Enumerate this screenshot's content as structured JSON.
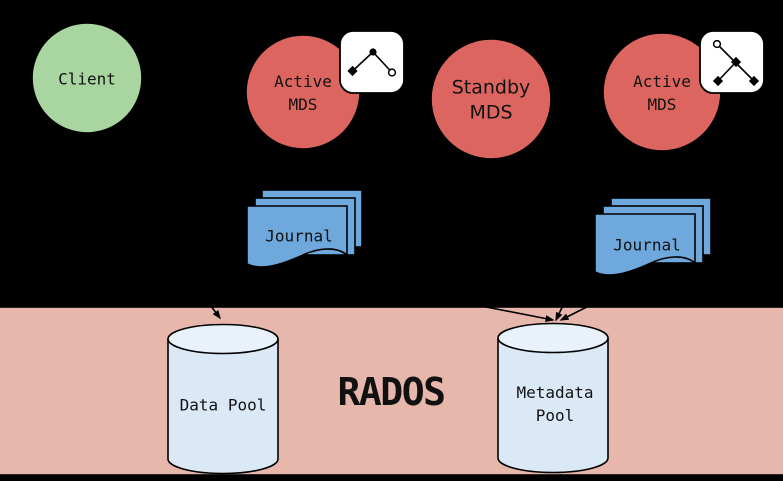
{
  "colors": {
    "background": "#000000",
    "client_fill": "#a8d5a0",
    "mds_fill": "#dc665f",
    "journal_fill": "#6fa8dc",
    "rados_fill": "#e8b7ac",
    "pool_fill": "#dbe9f6",
    "pool_top_fill": "#e9f1fa",
    "badge_fill": "#ffffff",
    "stroke": "#000000"
  },
  "nodes": {
    "client": {
      "label": "Client"
    },
    "active_mds_1": {
      "label": "Active\nMDS"
    },
    "standby_mds": {
      "label": "Standby\nMDS"
    },
    "active_mds_2": {
      "label": "Active\nMDS"
    },
    "journal_left": {
      "label": "Journal"
    },
    "journal_right": {
      "label": "Journal"
    },
    "rados": {
      "label": "RADOS"
    },
    "data_pool": {
      "label": "Data Pool"
    },
    "metadata_pool": {
      "label": "Metadata\nPool"
    }
  },
  "icons": {
    "badge_left": "mds-subtree-graph-icon",
    "badge_right": "mds-subtree-graph-icon"
  },
  "edges": [
    {
      "from": "client",
      "to": "data_pool"
    },
    {
      "from": "journal_left",
      "to": "metadata_pool"
    },
    {
      "from": "active_mds_2",
      "to": "metadata_pool"
    },
    {
      "from": "journal_right",
      "to": "metadata_pool"
    }
  ]
}
